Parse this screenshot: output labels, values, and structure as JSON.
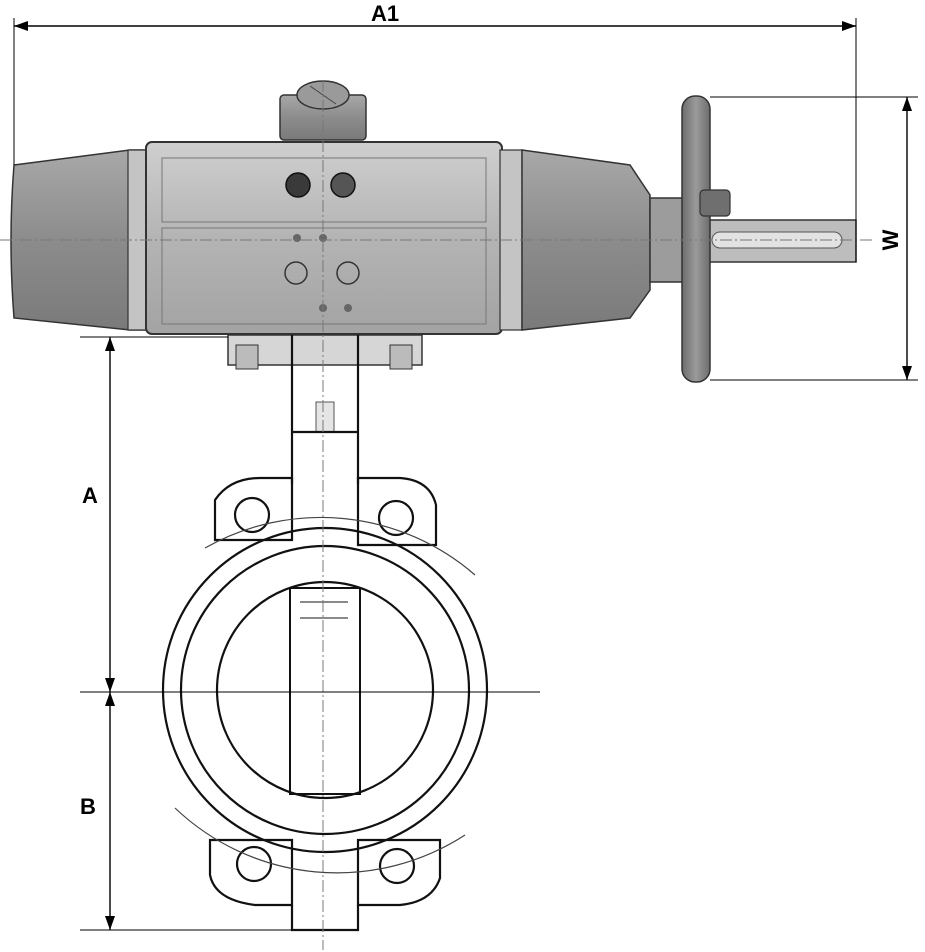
{
  "dimensions": {
    "overall_length": "A1",
    "handwheel_width": "W",
    "height_above_center": "A",
    "height_below_center": "B"
  },
  "colors": {
    "actuator_body": "#b9b9b9",
    "actuator_dark": "#8f8f8f",
    "handwheel": "#7d7d7d",
    "line": "#111111",
    "background": "#ffffff"
  }
}
